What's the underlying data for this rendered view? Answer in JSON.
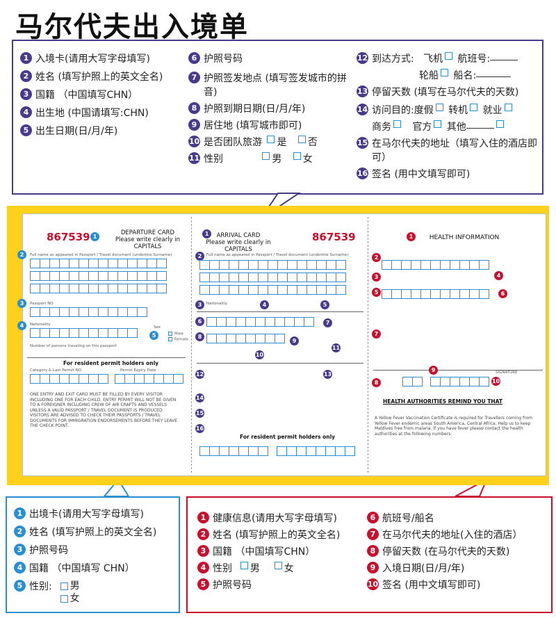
{
  "title": "马尔代夫出入境单",
  "arrival_guide": {
    "col1": [
      {
        "n": "1",
        "text": "入境卡(请用大写字母填写)"
      },
      {
        "n": "2",
        "text": "姓名 (填写护照上的英文全名)"
      },
      {
        "n": "3",
        "text": "国籍 （中国填写CHN）"
      },
      {
        "n": "4",
        "text": "出生地 (中国请填写:CHN)"
      },
      {
        "n": "5",
        "text": "出生日期(日/月/年)"
      }
    ],
    "col2": [
      {
        "n": "6",
        "text": "护照号码"
      },
      {
        "n": "7",
        "text": "护照签发地点 (填写签发城市的拼音)"
      },
      {
        "n": "8",
        "text": "护照到期日期(日/月/年)"
      },
      {
        "n": "9",
        "text": "居住地 (填写城市即可)"
      },
      {
        "n": "10",
        "text": "是否团队旅游",
        "opt1": "是",
        "opt2": "否"
      },
      {
        "n": "11",
        "text": "性别",
        "opt1": "男",
        "opt2": "女"
      }
    ],
    "col3": {
      "i12": {
        "n": "12",
        "text": "到达方式:",
        "plane": "飞机",
        "flight": "航班号:",
        "ship": "轮船",
        "shipname": "船名:"
      },
      "i13": {
        "n": "13",
        "text": "停留天数 (填写在马尔代夫的天数)"
      },
      "i14": {
        "n": "14",
        "text": "访问目的:",
        "o1": "度假",
        "o2": "转机",
        "o3": "就业",
        "o4": "商务",
        "o5": "官方",
        "o6": "其他"
      },
      "i15": {
        "n": "15",
        "text": "在马尔代夫的地址（填写入住的酒店即可）"
      },
      "i16": {
        "n": "16",
        "text": "签名 (用中文填写即可)"
      }
    }
  },
  "card": {
    "dep_number": "867539",
    "dep_title": "DEPARTURE CARD",
    "dep_sub": "Please write clearly in CAPITALS",
    "arr_title": "ARRIVAL CARD",
    "arr_sub": "Please write clearly in CAPITALS",
    "arr_number": "867539",
    "health_title": "HEALTH INFORMATION",
    "name_label": "Full name as appeared in Passport / Travel document (underline Surname)",
    "passport_no": "Passport NO",
    "nationality": "Nationality",
    "sex": "Sex",
    "male": "Male",
    "female": "Female",
    "persons": "Number of persons traveling on this passport",
    "resident_title": "For resident permit holders only",
    "category": "Category & Last Permit NO.",
    "expiry": "Permit Expiry Date",
    "notice": "ONE ENTRY AND EXIT CARD MUST BE FILLED BY EVERY VISITOR INCLUDING ONE FOR EACH CHILD. ENTRY PERMIT WILL NOT BE GIVEN TO A FOREIGNER INCLUDING CREW OF AIR CRAFTS AND VESSELS UNLESS A VALID PASSPORT / TRAVEL DOCUMENT IS PRODUCED. VISITORS ARE ADVISED TO CHECK THEIR PASSPORTS / TRAVEL DOCUMENTS FOR IMMIGRATION ENDORSEMENTS BEFORE THEY LEAVE THE CHECK POINT.",
    "remind": "HEALTH AUTHORITIES REMIND YOU THAT",
    "remind_text": "A Yellow Fever Vaccination Certificate is required for Travellers coming from Yellow Fever endemic areas South America, Central Africa. Help us to keep Maldives free from malaria. If you have fever please contact the health authorities at the following numbers:",
    "signature": "SIGNATURE"
  },
  "departure_guide": [
    {
      "n": "1",
      "text": "出境卡(请用大写字母填写)"
    },
    {
      "n": "2",
      "text": "姓名 (填写护照上的英文全名)"
    },
    {
      "n": "3",
      "text": "护照号码"
    },
    {
      "n": "4",
      "text": "国籍 （中国填写 CHN）"
    },
    {
      "n": "5",
      "text": "性别:",
      "opt1": "男",
      "opt2": "女"
    }
  ],
  "health_guide": {
    "left": [
      {
        "n": "1",
        "text": "健康信息(请用大写字母填写)"
      },
      {
        "n": "2",
        "text": "姓名 (填写护照上的英文全名)"
      },
      {
        "n": "3",
        "text": "国籍 （中国填写CHN）"
      },
      {
        "n": "4",
        "text": "性别",
        "opt1": "男",
        "opt2": "女"
      },
      {
        "n": "5",
        "text": "护照号码"
      }
    ],
    "right": [
      {
        "n": "6",
        "text": "航班号/船名"
      },
      {
        "n": "7",
        "text": "在马尔代夫的地址(入住的酒店）"
      },
      {
        "n": "8",
        "text": "停留天数 (在马尔代夫的天数)"
      },
      {
        "n": "9",
        "text": "入境日期(日/月/年)"
      },
      {
        "n": "10",
        "text": "签名 (用中文填写即可)"
      }
    ]
  }
}
